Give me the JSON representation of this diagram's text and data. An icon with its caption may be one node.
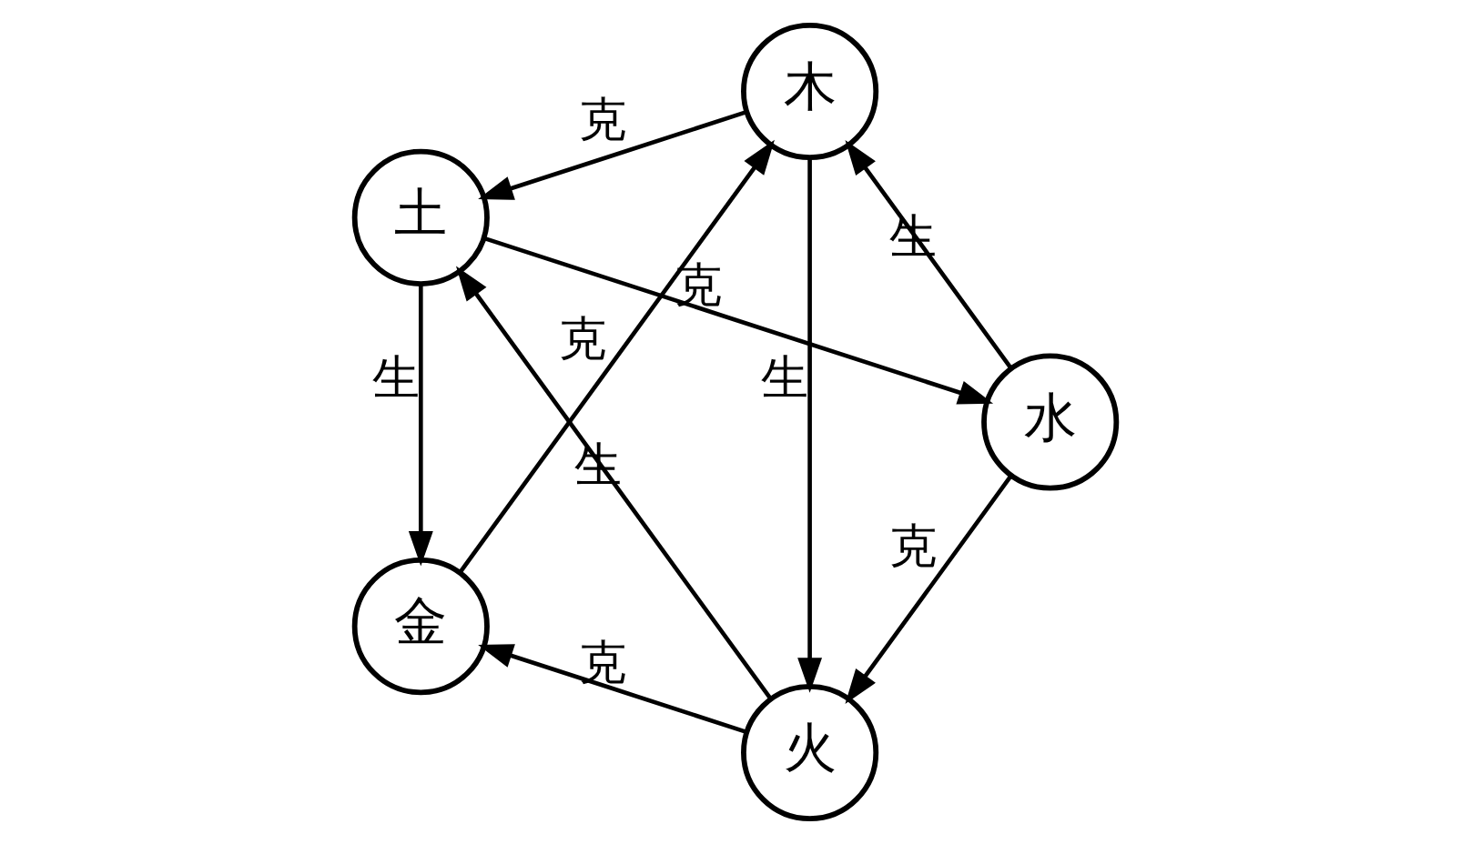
{
  "diagram": {
    "nodes": [
      {
        "text": [
          "火"
        ]
      },
      {
        "text": [
          "木"
        ]
      },
      {
        "text": [
          "土"
        ]
      },
      {
        "text": [
          "水"
        ]
      },
      {
        "text": [
          "金"
        ]
      }
    ],
    "edges": [
      {
        "from": 1,
        "to": 0,
        "arrow": "to",
        "label": "生"
      },
      {
        "from": 0,
        "to": 2,
        "arrow": "to",
        "label": "生"
      },
      {
        "from": 2,
        "to": 4,
        "arrow": "to",
        "label": "生"
      },
      {
        "from": 3,
        "to": 1,
        "arrow": "to",
        "label": "生"
      },
      {
        "from": 1,
        "to": 2,
        "arrow": "to",
        "label": "克"
      },
      {
        "from": 3,
        "to": 0,
        "arrow": "to",
        "label": "克"
      },
      {
        "from": 0,
        "to": 4,
        "arrow": "to",
        "label": "克"
      },
      {
        "from": 4,
        "to": 1,
        "arrow": "to",
        "label": "克"
      },
      {
        "from": 2,
        "to": 3,
        "arrow": "to",
        "label": "克"
      }
    ]
  }
}
